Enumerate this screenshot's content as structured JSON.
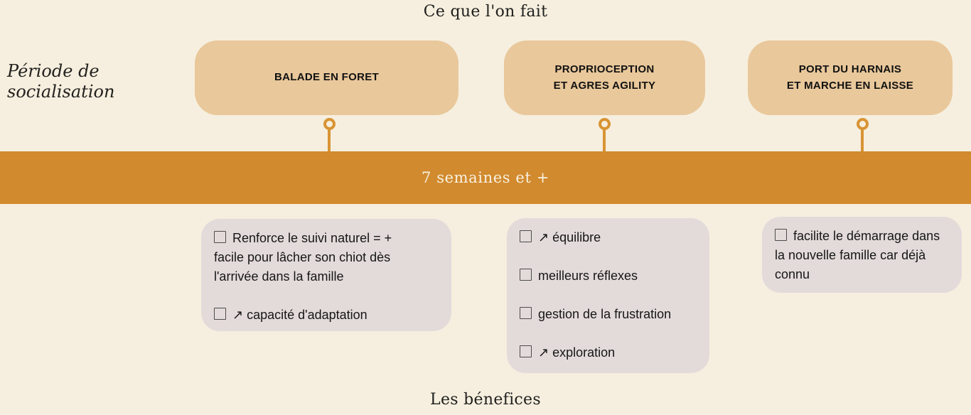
{
  "colors": {
    "background": "#f6efdf",
    "activity_card": "#e9c89b",
    "timeline_band": "#d18a2e",
    "connector": "#d89434",
    "benefit_box": "#e3dbda",
    "body_text": "#1c1c1c",
    "timeline_text": "#f8f1e1"
  },
  "titles": {
    "top": "Ce que l'on fait",
    "bottom": "Les bénefices",
    "side": "Période de socialisation",
    "timeline": "7 semaines et +"
  },
  "columns": [
    {
      "activity": "BALADE EN FORET",
      "benefits": [
        "Renforce le suivi naturel = +\nfacile pour lâcher son chiot dès\nl'arrivée dans la famille",
        "↗ capacité d'adaptation"
      ]
    },
    {
      "activity": "PROPRIOCEPTION\nET AGRES AGILITY",
      "benefits": [
        "↗ équilibre",
        "meilleurs réflexes",
        "gestion de la frustration",
        "↗ exploration"
      ]
    },
    {
      "activity": "PORT DU HARNAIS\nET MARCHE EN LAISSE",
      "benefits": [
        "facilite le démarrage dans\nla nouvelle famille car déjà\nconnu"
      ]
    }
  ]
}
